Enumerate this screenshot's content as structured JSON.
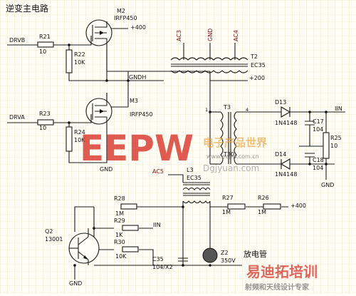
{
  "title": "逆变主电路",
  "colors": {
    "background": "#fffef6",
    "grid": "#ead9b4",
    "wire": "#1a1a1a",
    "watermark_red": "#d62a1f",
    "watermark_orange": "#e8a040",
    "watermark_grey": "#8a8a8a"
  },
  "nets": {
    "drvb": "DRVB",
    "drva": "DRVA",
    "gndh": "GNDH",
    "gnd": "GND",
    "v400": "+400",
    "v200": "+200",
    "iin": "IIN",
    "ac3": "AC3",
    "ac4": "AC4",
    "ac5": "AC5"
  },
  "transistors": {
    "m2": {
      "ref": "M2",
      "part": "IRFP450"
    },
    "m3": {
      "ref": "M3",
      "part": "IRFP450"
    },
    "q2": {
      "ref": "Q2",
      "part": "13001"
    }
  },
  "resistors": {
    "r21": {
      "ref": "R21",
      "value": "10"
    },
    "r22": {
      "ref": "R22",
      "value": "10K"
    },
    "r23": {
      "ref": "R23",
      "value": "10"
    },
    "r24": {
      "ref": "R24",
      "value": "10K"
    },
    "r25": {
      "ref": "R25",
      "value": "10"
    },
    "r26": {
      "ref": "R26",
      "value": "1M"
    },
    "r27": {
      "ref": "R27",
      "value": "1M"
    },
    "r28": {
      "ref": "R28",
      "value": "1M"
    },
    "r29": {
      "ref": "R29",
      "value": "1K"
    },
    "r30": {
      "ref": "R30",
      "value": "10K"
    }
  },
  "transformers": {
    "t2": {
      "ref": "T2",
      "core": "EC35"
    },
    "t3": {
      "ref": "T3",
      "pin1": "1",
      "pin4": "4",
      "core": "T30"
    },
    "l3": {
      "ref": "L3",
      "core": "EC35"
    }
  },
  "diodes": {
    "d13": {
      "ref": "D13",
      "part": "1N4148"
    },
    "d14": {
      "ref": "D14",
      "part": "1N4148"
    }
  },
  "capacitors": {
    "c17": {
      "ref": "C17",
      "value": "104"
    },
    "c18": {
      "ref": "C18",
      "value": "104"
    },
    "c35": {
      "ref": "C35",
      "value": "104/X2"
    }
  },
  "zener": {
    "ref": "Z2",
    "value": "350V",
    "note": "放电管"
  },
  "watermark": {
    "main": "EEPW",
    "chinese": "电子产品世界",
    "url": "www.eepw.com.cn",
    "site": "Dgjyuan.com",
    "bottom_brand": "易迪拓培训",
    "bottom_slogan": "射频和天线设计专家"
  }
}
